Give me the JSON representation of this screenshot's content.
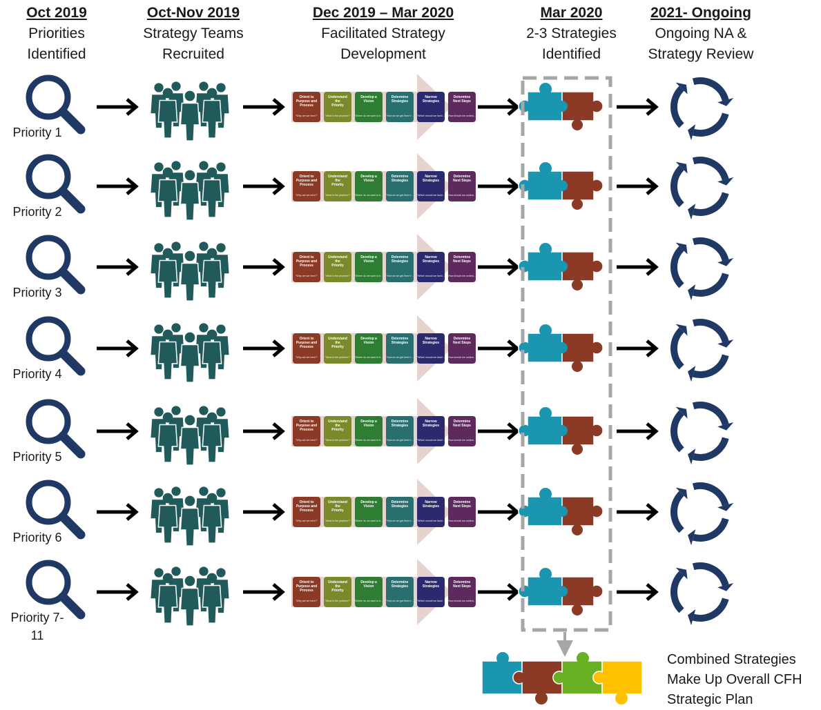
{
  "phases": [
    {
      "date": "Oct 2019",
      "line1": "Priorities",
      "line2": "Identified"
    },
    {
      "date": "Oct-Nov 2019",
      "line1": "Strategy Teams",
      "line2": "Recruited"
    },
    {
      "date": "Dec 2019 – Mar 2020",
      "line1": "Facilitated Strategy",
      "line2": "Development"
    },
    {
      "date": "Mar 2020",
      "line1": "2-3 Strategies",
      "line2": "Identified"
    },
    {
      "date": "2021- Ongoing",
      "line1": "Ongoing NA &",
      "line2": "Strategy Review"
    }
  ],
  "priorities": [
    {
      "line1": "Priority 1",
      "line2": ""
    },
    {
      "line1": "Priority 2",
      "line2": ""
    },
    {
      "line1": "Priority 3",
      "line2": ""
    },
    {
      "line1": "Priority 4",
      "line2": ""
    },
    {
      "line1": "Priority 5",
      "line2": ""
    },
    {
      "line1": "Priority 6",
      "line2": ""
    },
    {
      "line1": "Priority 7-",
      "line2": "11"
    }
  ],
  "process_steps": [
    {
      "title": "Orient to Purpose and Process",
      "question": "\"Why are we here?\"",
      "color": "#8b3a26"
    },
    {
      "title": "Understand the Priority Need",
      "question": "\"What is the problem?\"",
      "color": "#7a8a2a"
    },
    {
      "title": "Develop a Vision",
      "question": "\"Where do we want to be in the future?\"",
      "color": "#2e7d32"
    },
    {
      "title": "Determine Strategies",
      "question": "\"How do we get there from here?\"",
      "color": "#2a6f6f"
    },
    {
      "title": "Narrow Strategies",
      "question": "\"Which should we tackle first?\"",
      "color": "#2b2a6e"
    },
    {
      "title": "Determine Next Steps",
      "question": "\"How should we continue our work?\"",
      "color": "#5e2a5e"
    }
  ],
  "combined_text": [
    "Combined Strategies",
    "Make Up Overall CFH",
    "Strategic Plan"
  ],
  "colors": {
    "magnifier": "#1f3864",
    "people": "#215a5a",
    "cycle": "#1f3864",
    "puzzle_teal": "#1b96b0",
    "puzzle_brown": "#8b3a26",
    "puzzle_green": "#6ab023",
    "puzzle_yellow": "#ffc000",
    "dashed_box": "#a6a6a6",
    "process_arrow": "#e6d3cf"
  },
  "icons": [
    "magnifier-icon",
    "people-group-icon",
    "process-chevron-icon",
    "puzzle-icon",
    "cycle-icon",
    "arrow-right-icon"
  ]
}
